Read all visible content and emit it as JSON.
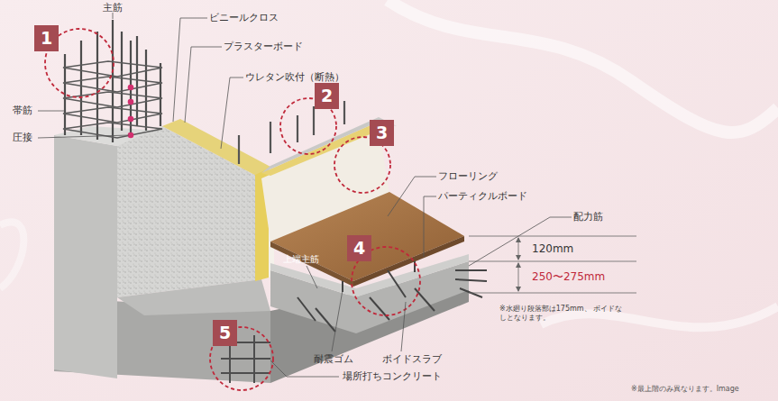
{
  "diagram": {
    "labels": [
      "主筋",
      "1",
      "帯筋",
      "圧接",
      "ビニールクロス",
      "プラスターボード",
      "ウレタン吹付（断熱）",
      "2",
      "3",
      "フローリング",
      "パーティクルボード",
      "配力筋",
      "120mm",
      "250〜275mm",
      "4",
      "上端主筋",
      "※水廻り段落部は175mm、 ボイドなしとなります。",
      "5",
      "耐震ゴム",
      "ボイドスラブ",
      "場所打ちコンクリート",
      "※最上階のみ異なります。Image"
    ]
  }
}
